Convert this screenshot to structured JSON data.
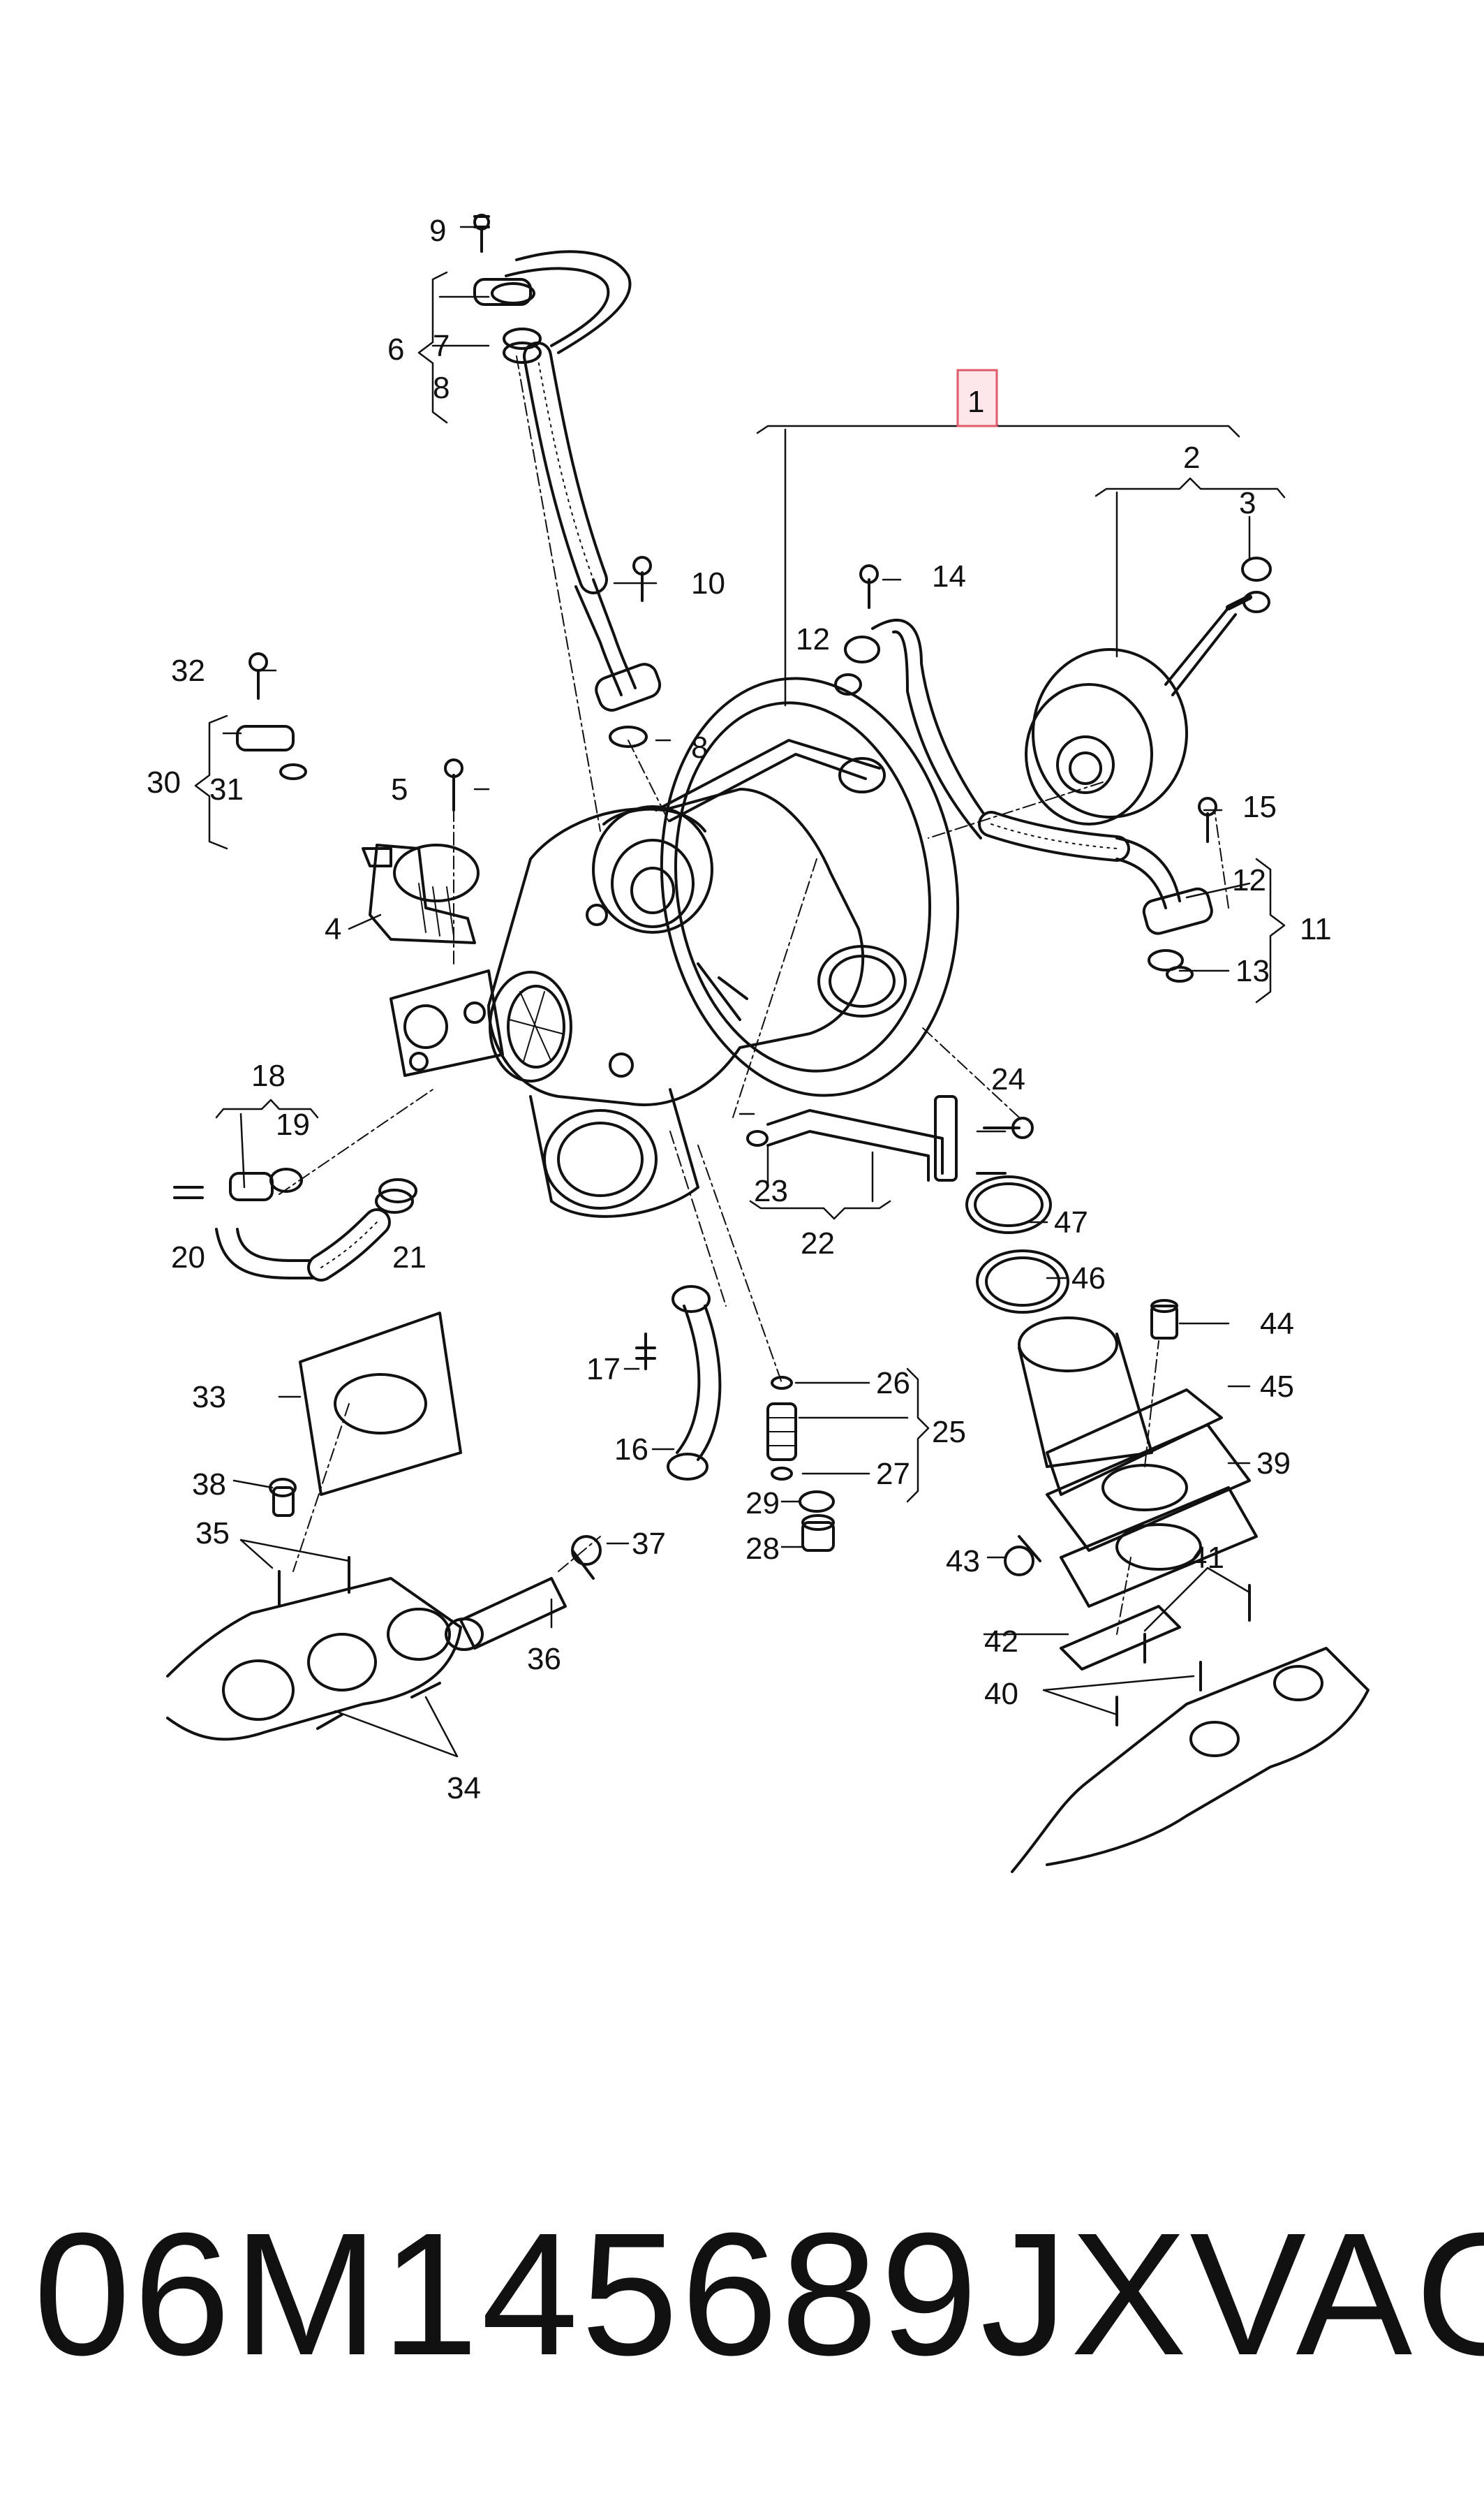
{
  "callouts": {
    "c1": "1",
    "c2": "2",
    "c3": "3",
    "c4": "4",
    "c5": "5",
    "c6": "6",
    "c7": "7",
    "c8a": "8",
    "c8b": "8",
    "c9": "9",
    "c10": "10",
    "c11": "11",
    "c12a": "12",
    "c12b": "12",
    "c13": "13",
    "c14": "14",
    "c15": "15",
    "c16": "16",
    "c17": "17",
    "c18": "18",
    "c19": "19",
    "c20": "20",
    "c21": "21",
    "c22": "22",
    "c23": "23",
    "c24": "24",
    "c25": "25",
    "c26": "26",
    "c27": "27",
    "c28": "28",
    "c29": "29",
    "c30": "30",
    "c31": "31",
    "c32": "32",
    "c33": "33",
    "c34": "34",
    "c35": "35",
    "c36": "36",
    "c37": "37",
    "c38": "38",
    "c39": "39",
    "c40": "40",
    "c41": "41",
    "c42": "42",
    "c43": "43",
    "c44": "44",
    "c45": "45",
    "c46": "46",
    "c47": "47"
  },
  "caption": {
    "part_number": "06M145689JX",
    "brand": "VAG"
  },
  "highlight_color": "#e05a6a"
}
